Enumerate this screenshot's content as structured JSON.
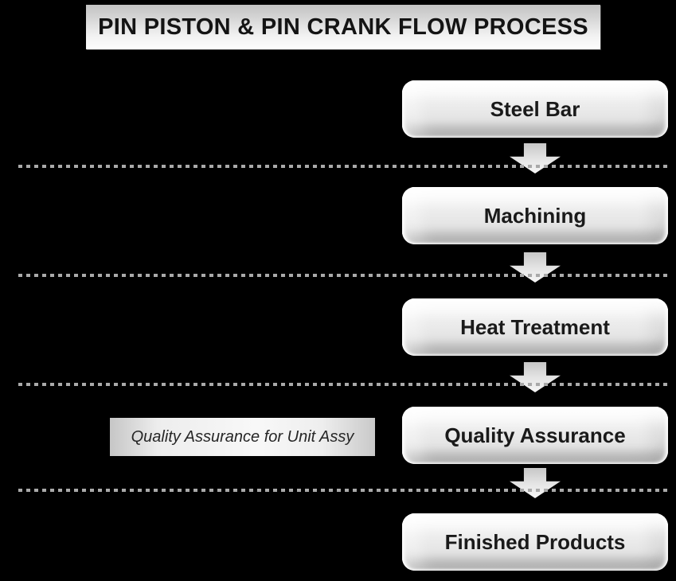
{
  "page": {
    "title": "PIN PISTON & PIN CRANK FLOW PROCESS"
  },
  "colors": {
    "background": "#000000",
    "divider_dots": "#a9a9a9",
    "box_text": "#1a1a1a"
  },
  "flow": {
    "steps": [
      {
        "label": "Steel Bar"
      },
      {
        "label": "Machining"
      },
      {
        "label": "Heat Treatment"
      },
      {
        "label": "Quality Assurance"
      },
      {
        "label": "Finished Products"
      }
    ],
    "qa_note": "Quality Assurance for Unit Assy"
  }
}
